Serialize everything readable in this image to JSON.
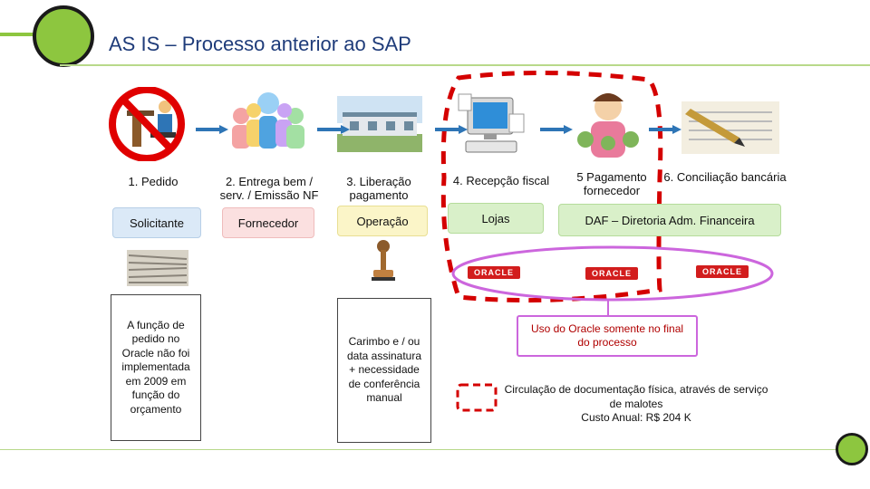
{
  "title": "AS IS – Processo anterior ao SAP",
  "steps": [
    {
      "label": "1. Pedido"
    },
    {
      "label": "2. Entrega bem / serv. / Emissão NF"
    },
    {
      "label": "3. Liberação pagamento"
    },
    {
      "label": "4. Recepção fiscal"
    },
    {
      "label": "5 Pagamento fornecedor"
    },
    {
      "label": "6. Conciliação bancária"
    }
  ],
  "roles": {
    "solicitante": "Solicitante",
    "fornecedor": "Fornecedor",
    "operacao": "Operação",
    "lojas": "Lojas",
    "daf": "DAF – Diretoria Adm. Financeira"
  },
  "notes": {
    "pedido": "A função de pedido no Oracle não foi implementada em 2009 em função do orçamento",
    "carimbo": "Carimbo e / ou data assinatura + necessidade de conferência manual"
  },
  "oracle_logo": "ORACLE",
  "oracle_note": "Uso do Oracle somente no final do processo",
  "legend": {
    "text": "Circulação de documentação física, através de serviço de malotes",
    "cost": "Custo Anual: R$ 204 K"
  },
  "colors": {
    "accent_green": "#8dc63f",
    "title_blue": "#1f3c7a",
    "arrow_blue": "#2e75b6",
    "dash_red": "#d40000",
    "oracle_purple": "#cc66dd",
    "role_blue": "#dbe9f7",
    "role_pink": "#fbe0e0",
    "role_yellow": "#fbf5c8",
    "role_green": "#d9f0c9"
  }
}
